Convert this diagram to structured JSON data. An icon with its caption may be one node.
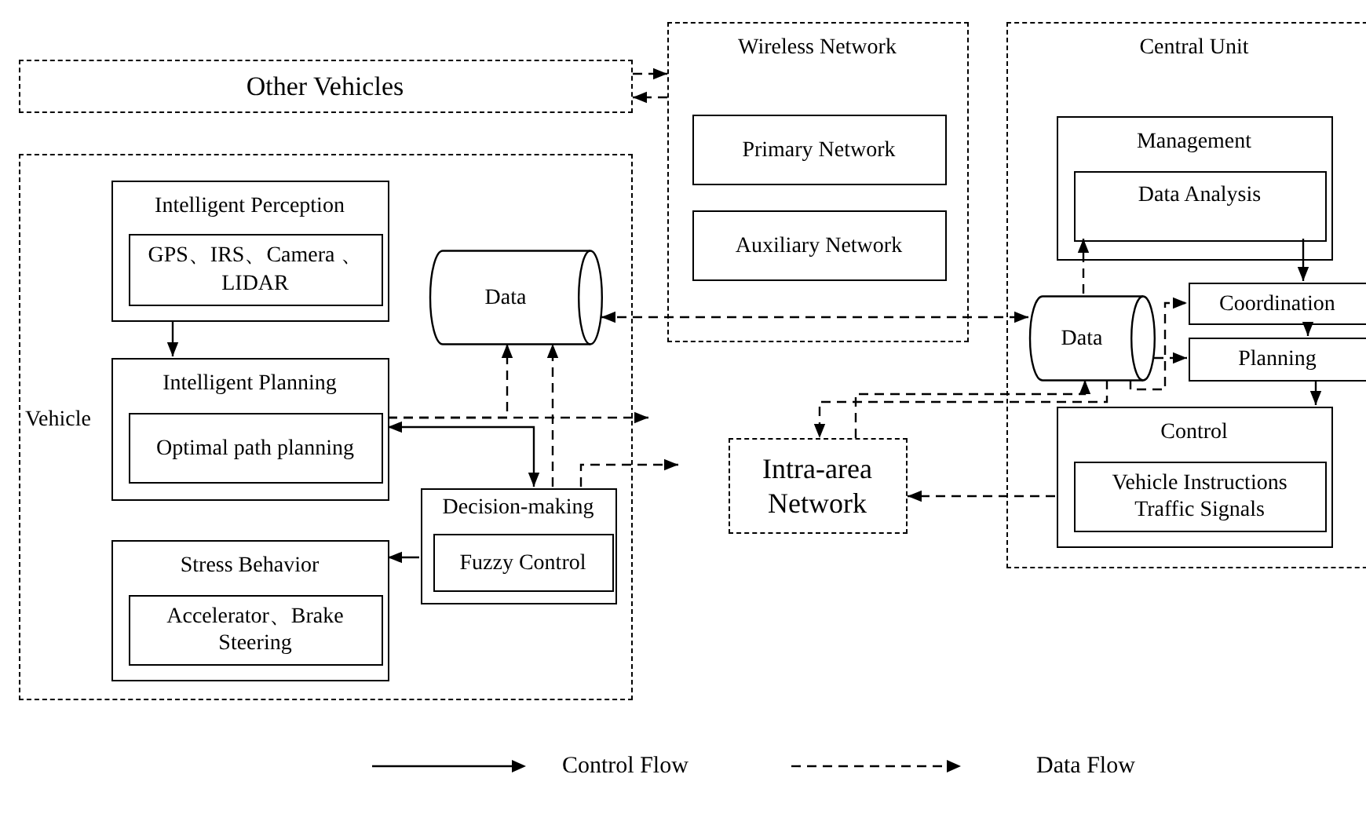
{
  "diagram": {
    "nodes": [
      {
        "text": [
          "Other Vehicles"
        ]
      },
      {
        "text": [
          "Wireless Network"
        ]
      },
      {
        "text": [
          "Primary Network"
        ],
        "in": 1
      },
      {
        "text": [
          "Auxiliary Network"
        ],
        "in": 1
      },
      {
        "text": [
          "Central Unit"
        ]
      },
      {
        "text": [
          "Management"
        ],
        "in": 4
      },
      {
        "text": [
          "Data Analysis"
        ],
        "in": 5
      },
      {
        "text": [
          "Data"
        ],
        "in": 4
      },
      {
        "text": [
          "Coordination"
        ],
        "in": 4
      },
      {
        "text": [
          "Planning"
        ],
        "in": 4
      },
      {
        "text": [
          "Control"
        ],
        "in": 4
      },
      {
        "text": [
          "Vehicle Instructions Traffic Signals"
        ],
        "in": 10
      },
      {
        "text": [
          "Vehicle"
        ]
      },
      {
        "text": [
          "Intelligent Perception"
        ],
        "in": 12
      },
      {
        "text": [
          "GPS、IRS、Camera 、LIDAR"
        ],
        "in": 13
      },
      {
        "text": [
          "Data"
        ],
        "in": 12
      },
      {
        "text": [
          "Intelligent Planning"
        ],
        "in": 12
      },
      {
        "text": [
          "Optimal path planning"
        ],
        "in": 16
      },
      {
        "text": [
          "Decision-making"
        ],
        "in": 12
      },
      {
        "text": [
          "Fuzzy Control"
        ],
        "in": 18
      },
      {
        "text": [
          "Stress Behavior"
        ],
        "in": 12
      },
      {
        "text": [
          "Accelerator、Brake Steering"
        ],
        "in": 20
      },
      {
        "text": [
          "Intra-area Network"
        ]
      }
    ],
    "edges": [
      {
        "from": 0,
        "to": 1,
        "arrow": "to",
        "style": "dashed"
      },
      {
        "from": 1,
        "to": 0,
        "arrow": "to",
        "style": "dashed"
      },
      {
        "from": 15,
        "to": 7,
        "arrow": "both",
        "style": "dashed"
      },
      {
        "from": 13,
        "to": 16,
        "arrow": "to"
      },
      {
        "from": 16,
        "to": 18,
        "arrow": "both"
      },
      {
        "from": 16,
        "to": 15,
        "arrow": "to",
        "style": "dashed"
      },
      {
        "from": 18,
        "to": 15,
        "arrow": "to",
        "style": "dashed"
      },
      {
        "from": 16,
        "to": null,
        "arrow": "to",
        "style": "dashed"
      },
      {
        "from": 18,
        "to": null,
        "arrow": "to",
        "style": "dashed"
      },
      {
        "from": 18,
        "to": 20,
        "arrow": "to"
      },
      {
        "from": 7,
        "to": 6,
        "arrow": "to",
        "style": "dashed"
      },
      {
        "from": 6,
        "to": 8,
        "arrow": "to"
      },
      {
        "from": 8,
        "to": 9,
        "arrow": "to"
      },
      {
        "from": 9,
        "to": 10,
        "arrow": "to"
      },
      {
        "from": 7,
        "to": 8,
        "arrow": "to",
        "style": "dashed"
      },
      {
        "from": 7,
        "to": 9,
        "arrow": "to",
        "style": "dashed"
      },
      {
        "from": 7,
        "to": 22,
        "arrow": "to",
        "style": "dashed"
      },
      {
        "from": 22,
        "to": 7,
        "arrow": "to",
        "style": "dashed"
      },
      {
        "from": 10,
        "to": 22,
        "arrow": "to",
        "style": "dashed"
      }
    ],
    "legend": [
      {
        "text": "Control Flow"
      },
      {
        "text": "Data Flow"
      }
    ]
  }
}
